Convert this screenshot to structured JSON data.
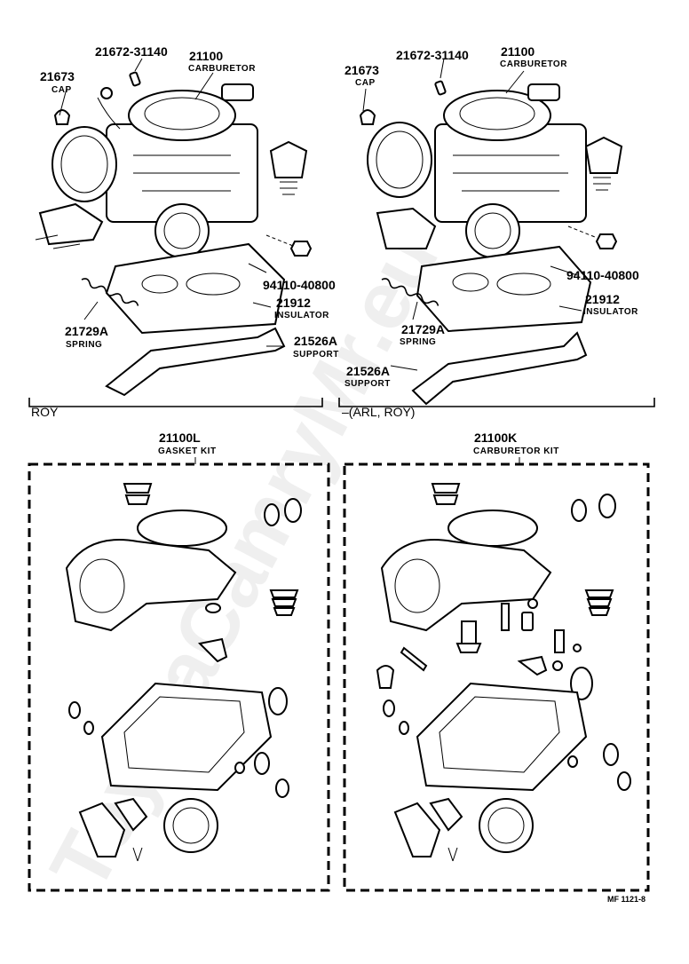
{
  "top_left": {
    "section_label": "ROY",
    "callouts": {
      "pipe_number": "21672-31140",
      "cap_number": "21673",
      "cap_name": "CAP",
      "carb_number": "21100",
      "carb_name": "CARBURETOR",
      "nut_number": "94110-40800",
      "insulator_number": "21912",
      "insulator_name": "INSULATOR",
      "spring_number": "21729A",
      "spring_name": "SPRING",
      "support_number": "21526A",
      "support_name": "SUPPORT"
    }
  },
  "top_right": {
    "section_label": "–(ARL, ROY)",
    "callouts": {
      "pipe_number": "21672-31140",
      "cap_number": "21673",
      "cap_name": "CAP",
      "carb_number": "21100",
      "carb_name": "CARBURETOR",
      "nut_number": "94110-40800",
      "insulator_number": "21912",
      "insulator_name": "INSULATOR",
      "spring_number": "21729A",
      "spring_name": "SPRING",
      "support_number": "21526A",
      "support_name": "SUPPORT"
    }
  },
  "kits": [
    {
      "number": "21100L",
      "name": "GASKET KIT"
    },
    {
      "number": "21100K",
      "name": "CARBURETOR KIT"
    }
  ],
  "footer_code": "MF 1121-8",
  "watermark": "ToyotaCamryMr.eu"
}
